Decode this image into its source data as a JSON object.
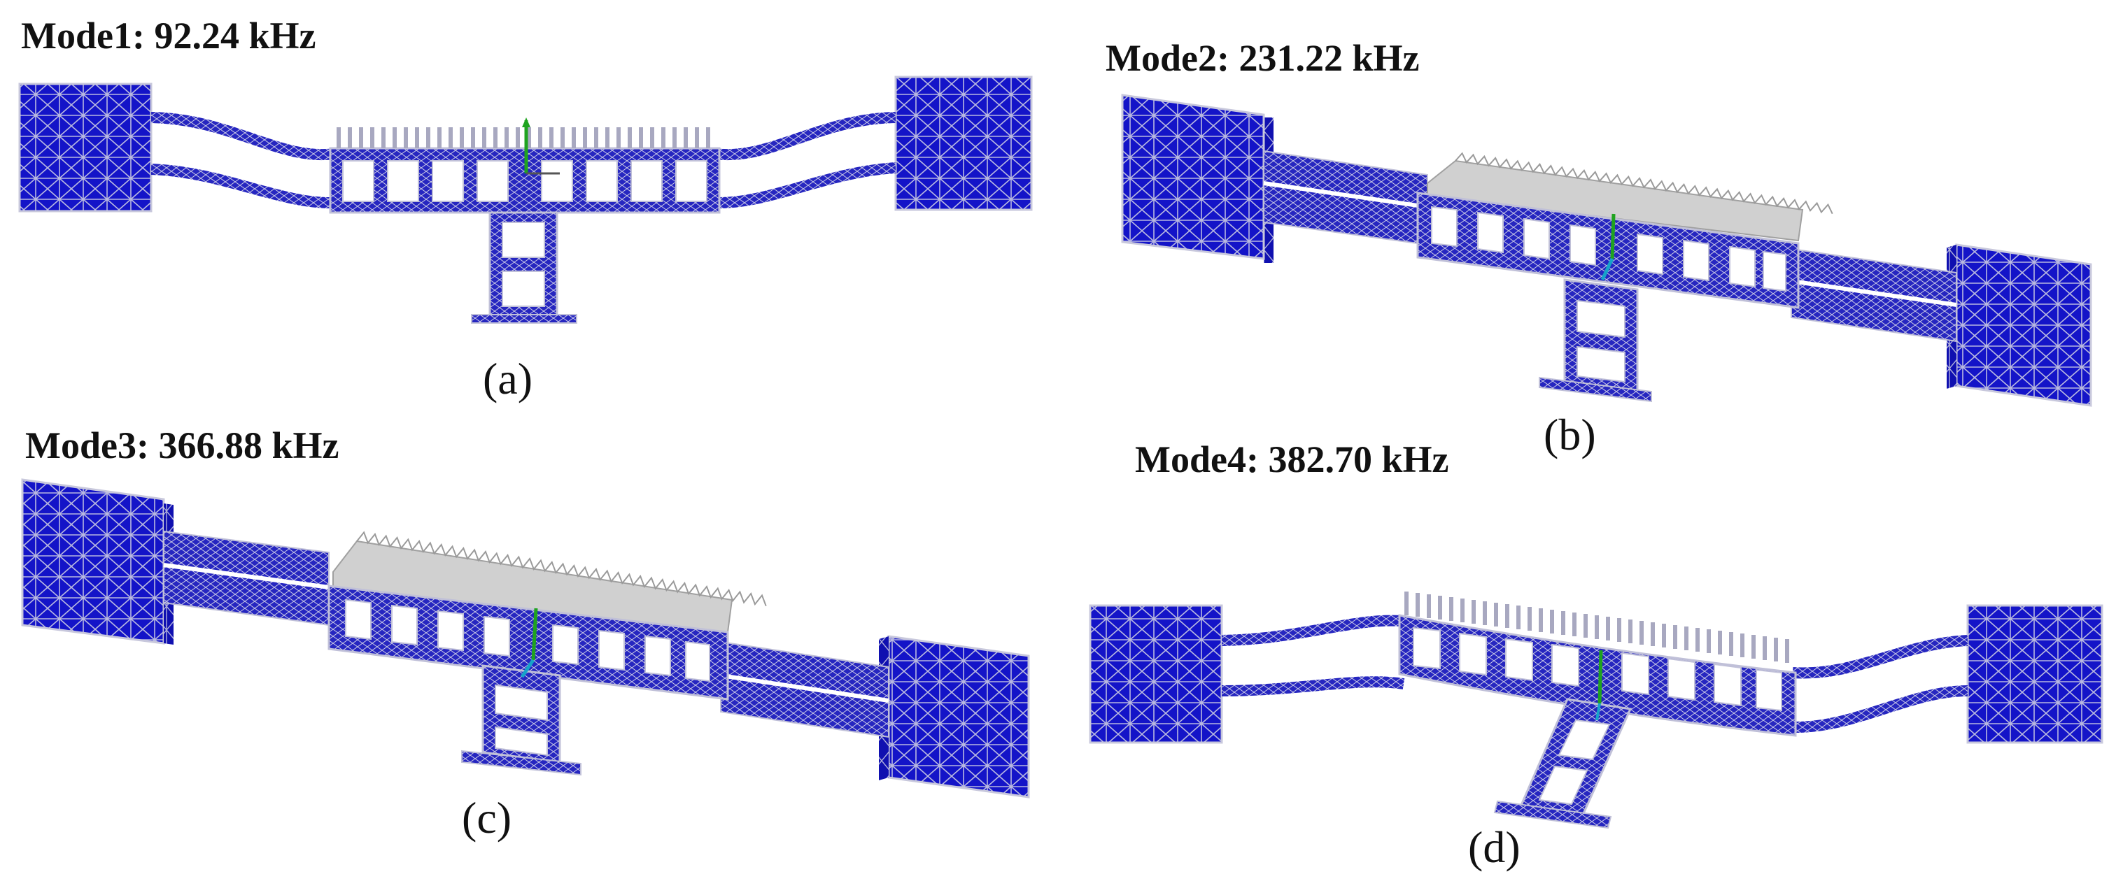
{
  "panels": [
    {
      "title": "Mode1: 92.24 kHz",
      "label": "(a)"
    },
    {
      "title": "Mode2: 231.22 kHz",
      "label": "(b)"
    },
    {
      "title": "Mode3: 366.88 kHz",
      "label": "(c)"
    },
    {
      "title": "Mode4: 382.70 kHz",
      "label": "(d)"
    }
  ],
  "colors": {
    "mesh_fill": "#1414c8",
    "mesh_edge": "#c8c8dc",
    "beam_fill": "#2a2ab8",
    "teeth": "#c8c8c8",
    "axis_green": "#1fa31f",
    "axis_cyan": "#17a3c9"
  }
}
